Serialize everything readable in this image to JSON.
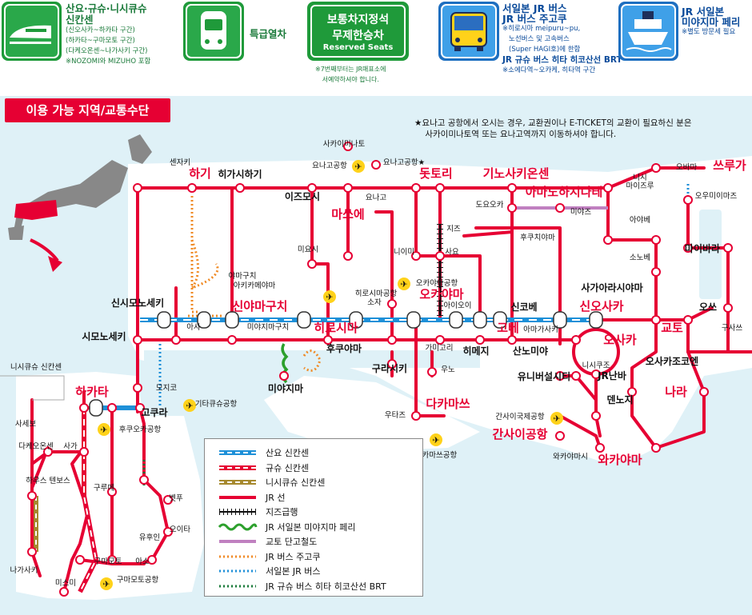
{
  "header": {
    "shinkansen": {
      "title": "산요·규슈·니시큐슈\n신칸센",
      "lines": [
        "(신오사카~하카타 구간)",
        "(하카타~구마모토 구간)",
        "(다케오온센~나가사키 구간)",
        "※NOZOMI와 MIZUHO 포함"
      ]
    },
    "limited_express": {
      "title": "특급열차"
    },
    "reserved": {
      "box_line1": "보통차지정석",
      "box_line2": "무제한승차",
      "box_line3": "Reserved Seats",
      "note": "※7번째부터는 JR매표소에\n서예약하셔야 합니다."
    },
    "bus": {
      "title1": "서일본 JR 버스",
      "title2": "JR 버스 주고쿠",
      "lines": [
        "※히로시마 meipuru~pu,",
        "노선버스 및 고속버스",
        "(Super HAGI호)에 한함"
      ],
      "brt_title": "JR 규슈 버스 히타 히코산선 BRT",
      "brt_note": "※소에다역~오카케, 히타역 구간"
    },
    "ferry": {
      "title1": "JR 서일본",
      "title2": "미야지마 페리",
      "note": "※별도 방문세 필요"
    }
  },
  "map": {
    "badge": "이용 가능 지역/교통수단",
    "note": "★요나고 공항에서 오시는 경우, 교환권이나 E-TICKET의 교환이 필요하신 분은\n    사카이미나토역 또는 요나고역까지 이동하셔야 합니다.",
    "major_stations": [
      {
        "id": "hagi",
        "label": "하기"
      },
      {
        "id": "tottori",
        "label": "돗토리"
      },
      {
        "id": "kinosaki",
        "label": "기노사키온센"
      },
      {
        "id": "amanohashidate",
        "label": "아마노하시다테"
      },
      {
        "id": "matsue",
        "label": "마쓰에"
      },
      {
        "id": "tsuruga",
        "label": "쓰루가"
      },
      {
        "id": "shinyamaguchi",
        "label": "신야마구치"
      },
      {
        "id": "hiroshima",
        "label": "히로시마"
      },
      {
        "id": "okayama",
        "label": "오카야마"
      },
      {
        "id": "shinosaka",
        "label": "신오사카"
      },
      {
        "id": "kobe",
        "label": "고베"
      },
      {
        "id": "osaka",
        "label": "오사카"
      },
      {
        "id": "kyoto",
        "label": "교토"
      },
      {
        "id": "nara",
        "label": "나라"
      },
      {
        "id": "takamatsu",
        "label": "다카마쓰"
      },
      {
        "id": "kansaiairport",
        "label": "간사이공항"
      },
      {
        "id": "wakayama",
        "label": "와카야마"
      },
      {
        "id": "hakata",
        "label": "하카타"
      }
    ],
    "stations": [
      {
        "id": "senzaki",
        "label": "센자키"
      },
      {
        "id": "higashihagi",
        "label": "히가시하기"
      },
      {
        "id": "izumoshi",
        "label": "이즈모시"
      },
      {
        "id": "sakaiminato",
        "label": "사카이미나토"
      },
      {
        "id": "yonagoairport",
        "label": "요나고공항"
      },
      {
        "id": "yonagoairportstar",
        "label": "요나고공항★"
      },
      {
        "id": "yonago",
        "label": "요나고"
      },
      {
        "id": "toyooka",
        "label": "도요오카"
      },
      {
        "id": "miyazu",
        "label": "미야즈"
      },
      {
        "id": "fukuchiyama",
        "label": "후쿠치야마"
      },
      {
        "id": "obama",
        "label": "오바마"
      },
      {
        "id": "omimaizuru",
        "label": "오우미이마즈"
      },
      {
        "id": "nishimaizuru",
        "label": "니시\n마이즈루"
      },
      {
        "id": "ayabe",
        "label": "아야베"
      },
      {
        "id": "sonobe",
        "label": "소노베"
      },
      {
        "id": "maibara",
        "label": "마이바라"
      },
      {
        "id": "otsu",
        "label": "오쓰"
      },
      {
        "id": "kusatsu",
        "label": "구사쓰"
      },
      {
        "id": "chizu",
        "label": "지즈"
      },
      {
        "id": "niimi",
        "label": "니이미"
      },
      {
        "id": "sayo",
        "label": "사요"
      },
      {
        "id": "miyoshi",
        "label": "미요시"
      },
      {
        "id": "okayamaairport",
        "label": "오카야마공항"
      },
      {
        "id": "hiroshimaairport",
        "label": "히로시마공항"
      },
      {
        "id": "soja",
        "label": "소자"
      },
      {
        "id": "aioi",
        "label": "아이오이"
      },
      {
        "id": "himeji",
        "label": "히메지"
      },
      {
        "id": "shinkobe",
        "label": "신코베"
      },
      {
        "id": "akashi",
        "label": "아마가사키"
      },
      {
        "id": "sannomiya",
        "label": "산노미야"
      },
      {
        "id": "sakurajima",
        "label": "유니버설시티"
      },
      {
        "id": "shinosakaeast",
        "label": "사가아라시야마"
      },
      {
        "id": "kameoka",
        "label": "가미고리"
      },
      {
        "id": "nishikujo",
        "label": "니시쿠조"
      },
      {
        "id": "jrnamba",
        "label": "JR난바"
      },
      {
        "id": "osakajokoen",
        "label": "오사카조코엔"
      },
      {
        "id": "tennoji",
        "label": "덴노지"
      },
      {
        "id": "kansaiint",
        "label": "간사이국제공항"
      },
      {
        "id": "wakayamashi",
        "label": "와카야마시"
      },
      {
        "id": "uno",
        "label": "우노"
      },
      {
        "id": "utazu",
        "label": "우타즈"
      },
      {
        "id": "takamatsuairport",
        "label": "다카마쓰공항"
      },
      {
        "id": "kurashiki",
        "label": "구라시키"
      },
      {
        "id": "fukuyama",
        "label": "후쿠야마"
      },
      {
        "id": "mihara",
        "label": "아사"
      },
      {
        "id": "tokuyama",
        "label": "미야지마구치"
      },
      {
        "id": "miyajima",
        "label": "미야지마"
      },
      {
        "id": "yamaguchi",
        "label": "야마구치"
      },
      {
        "id": "akiyoshi",
        "label": "아키카메야마"
      },
      {
        "id": "shinshimonoseki",
        "label": "신시모노세키"
      },
      {
        "id": "shimonoseki",
        "label": "시모노세키"
      },
      {
        "id": "mojiko",
        "label": "모지코"
      },
      {
        "id": "kokura",
        "label": "고쿠라"
      },
      {
        "id": "kitakyushuairport",
        "label": "기타큐슈공항"
      },
      {
        "id": "fukuokaairport",
        "label": "후쿠오카공항"
      },
      {
        "id": "kurume",
        "label": "구루메"
      },
      {
        "id": "beppu",
        "label": "벳푸"
      },
      {
        "id": "oita",
        "label": "오이타"
      },
      {
        "id": "yufuin",
        "label": "유후인"
      },
      {
        "id": "kumamoto",
        "label": "구마모토"
      },
      {
        "id": "aso",
        "label": "아소"
      },
      {
        "id": "kumamotoairport",
        "label": "구마모토공항"
      },
      {
        "id": "misumi",
        "label": "미스미"
      },
      {
        "id": "sasebo",
        "label": "사세보"
      },
      {
        "id": "takeoonsen",
        "label": "다케오온센"
      },
      {
        "id": "saga",
        "label": "사가"
      },
      {
        "id": "huistenbosch",
        "label": "하우스 텐보스"
      },
      {
        "id": "nagasaki",
        "label": "나가사키"
      },
      {
        "id": "nishikyushu",
        "label": "니시큐슈 신칸센"
      }
    ],
    "legend": [
      {
        "label": "산요 신칸센",
        "color": "#1e90d8",
        "style": "dash"
      },
      {
        "label": "규슈 신칸센",
        "color": "#e60033",
        "style": "dash"
      },
      {
        "label": "니시큐슈 신칸센",
        "color": "#a6892e",
        "style": "dash"
      },
      {
        "label": "JR 선",
        "color": "#e60033",
        "style": "solid"
      },
      {
        "label": "지즈급행",
        "color": "#111111",
        "style": "rail"
      },
      {
        "label": "JR 서일본 미야지마 페리",
        "color": "#2ca02c",
        "style": "wave"
      },
      {
        "label": "교토 단고철도",
        "color": "#c080c0",
        "style": "solid"
      },
      {
        "label": "JR 버스 주고쿠",
        "color": "#f08a24",
        "style": "dot"
      },
      {
        "label": "서일본 JR 버스",
        "color": "#1e8fd8",
        "style": "dot"
      },
      {
        "label": "JR 규슈 버스 히타 히코산선 BRT",
        "color": "#1a7a3a",
        "style": "dot"
      }
    ]
  },
  "colors": {
    "jr_red": "#e60033",
    "sea": "#dff1f7",
    "land": "#ffffff",
    "label_red": "#e60033",
    "bus_blue": "#1e6fc0",
    "ferry_blue": "#1e90d8"
  }
}
